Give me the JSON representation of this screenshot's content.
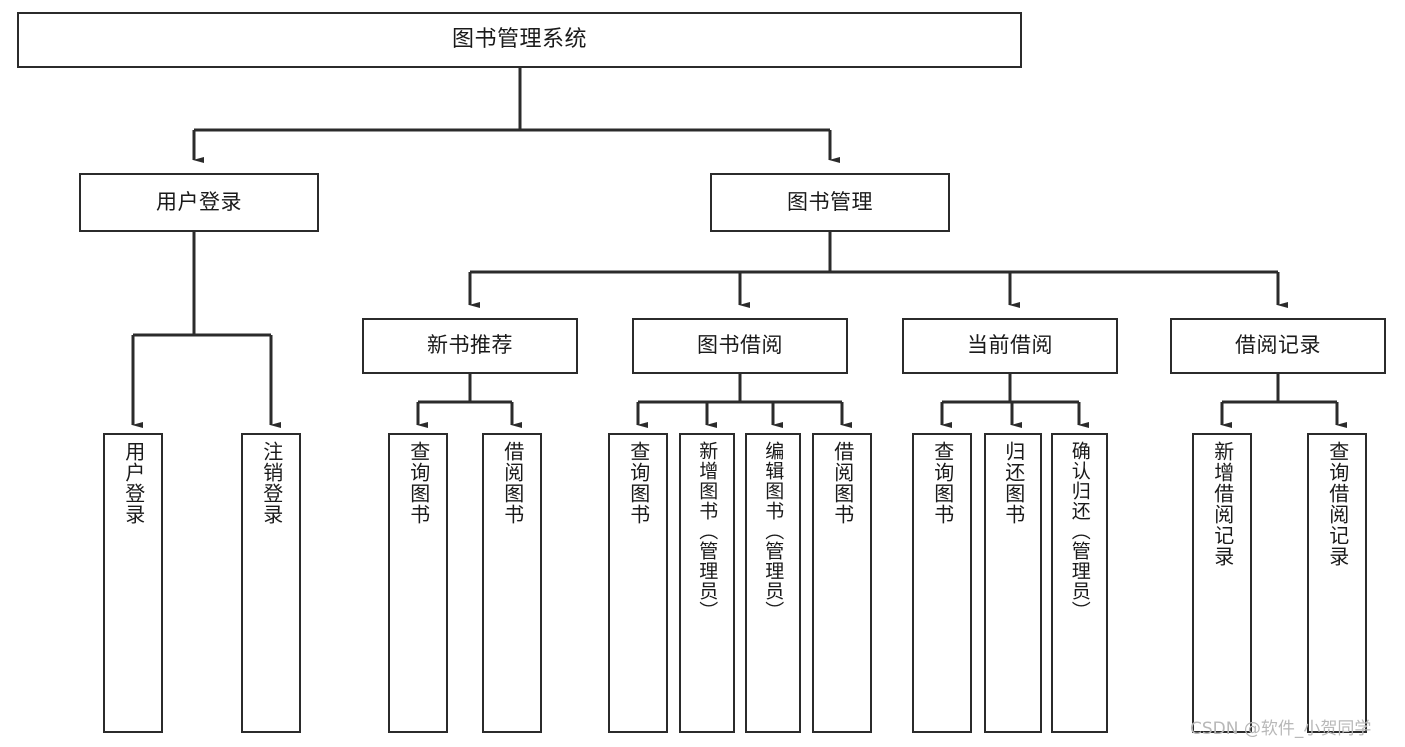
{
  "diagram": {
    "title": "图书管理系统",
    "type": "hierarchy-tree",
    "watermark": "CSDN @软件_小贺同学",
    "colors": {
      "stroke": "#2b2b2b",
      "fill": "#ffffff",
      "text": "#1a1a1a",
      "watermark": "#b8b8b8"
    },
    "levels": {
      "root": {
        "label": "图书管理系统"
      },
      "level2": [
        {
          "label": "用户登录"
        },
        {
          "label": "图书管理"
        }
      ],
      "level3": [
        {
          "label": "新书推荐"
        },
        {
          "label": "图书借阅"
        },
        {
          "label": "当前借阅"
        },
        {
          "label": "借阅记录"
        }
      ],
      "leaves": {
        "user_login": [
          {
            "label": "用户登录"
          },
          {
            "label": "注销登录"
          }
        ],
        "new_book": [
          {
            "label": "查询图书"
          },
          {
            "label": "借阅图书"
          }
        ],
        "book_borrow": [
          {
            "label": "查询图书"
          },
          {
            "label": "新增图书（管理员）"
          },
          {
            "label": "编辑图书（管理员）"
          },
          {
            "label": "借阅图书"
          }
        ],
        "current_borrow": [
          {
            "label": "查询图书"
          },
          {
            "label": "归还图书"
          },
          {
            "label": "确认归还（管理员）"
          }
        ],
        "borrow_record": [
          {
            "label": "新增借阅记录"
          },
          {
            "label": "查询借阅记录"
          }
        ]
      }
    }
  }
}
